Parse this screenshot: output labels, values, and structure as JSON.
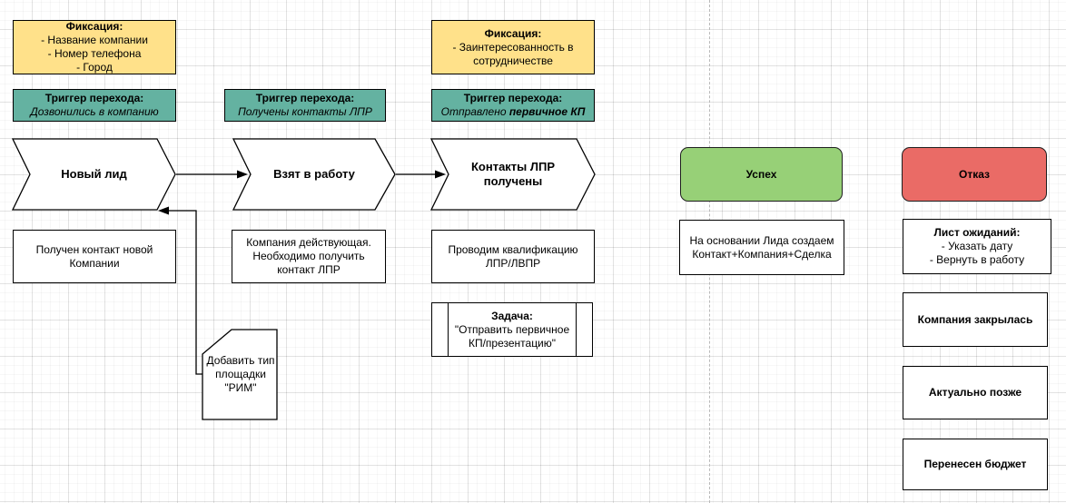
{
  "colors": {
    "note_yellow": "#ffe18a",
    "trigger_teal": "#64b2a1",
    "success_green": "#97d077",
    "reject_red": "#ea6b66",
    "stroke": "#000000",
    "guide_gray": "#b9b9b9"
  },
  "nodes": {
    "fixation1": {
      "title": "Фиксация:",
      "items": [
        "- Название компании",
        "- Номер телефона",
        "- Город"
      ]
    },
    "fixation2": {
      "title": "Фиксация:",
      "items": [
        "- Заинтересованность в сотрудничестве"
      ]
    },
    "trigger1": {
      "title": "Триггер перехода:",
      "detail": "Дозвонились в компанию"
    },
    "trigger2": {
      "title": "Триггер перехода:",
      "detail": "Получены контакты ЛПР"
    },
    "trigger3": {
      "title": "Триггер перехода:",
      "detail_prefix": "Отправлено ",
      "detail_bold": "первичное КП"
    },
    "stage1": {
      "label": "Новый лид"
    },
    "stage2": {
      "label": "Взят в работу"
    },
    "stage3": {
      "label": "Контакты ЛПР получены"
    },
    "note1": {
      "text": "Получен контакт новой Компании"
    },
    "note2": {
      "text": "Компания действующая. Необходимо получить контакт ЛПР"
    },
    "note3": {
      "text": "Проводим квалификацию ЛПР/ЛВПР"
    },
    "task": {
      "title": "Задача:",
      "text": "\"Отправить первичное КП/презентацию\""
    },
    "card": {
      "text": "Добавить тип площадки \"РИМ\""
    },
    "success": {
      "label": "Успех"
    },
    "success_note": {
      "text": "На основании Лида создаем Контакт+Компания+Сделка"
    },
    "reject": {
      "label": "Отказ"
    },
    "reject_note1": {
      "title": "Лист ожиданий:",
      "items": [
        "- Указать дату",
        "- Вернуть в работу"
      ]
    },
    "reject_note2": {
      "text": "Компания закрылась"
    },
    "reject_note3": {
      "text": "Актуально позже"
    },
    "reject_note4": {
      "text": "Перенесен бюджет"
    }
  }
}
